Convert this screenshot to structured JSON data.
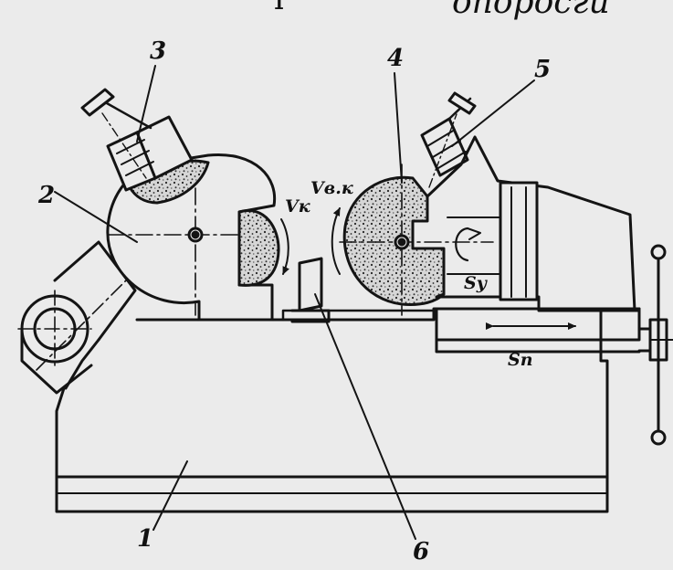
{
  "diagram": {
    "header_fragment": "опоросги",
    "labels": {
      "bed": "1",
      "grinding_head": "2",
      "dresser_left": "3",
      "cutting_wheel": "4",
      "dresser_right": "5",
      "rest": "6"
    },
    "symbols": {
      "vk": "Vк",
      "vbk": "Vв.к",
      "sy": "Sy",
      "sp": "Sп"
    },
    "colors": {
      "ink": "#141414",
      "paper": "#ebebeb",
      "abrasive": "#cfcfcf"
    }
  }
}
